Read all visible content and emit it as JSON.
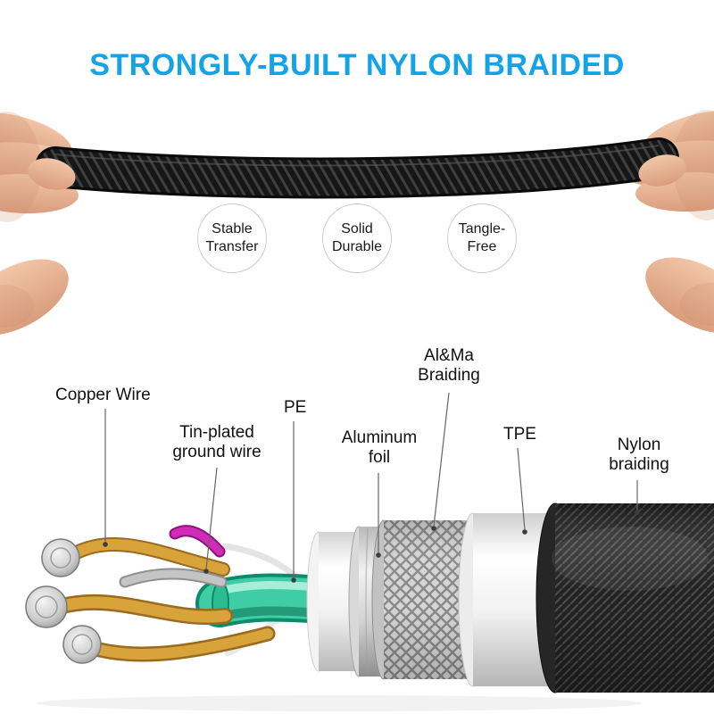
{
  "header": {
    "title": "STRONGLY-BUILT NYLON BRAIDED",
    "title_color": "#14a3e6"
  },
  "features": [
    {
      "label": "Stable\nTransfer"
    },
    {
      "label": "Solid\nDurable"
    },
    {
      "label": "Tangle-\nFree"
    }
  ],
  "diagram_labels": {
    "copper_wire": "Copper Wire",
    "tin_plated_ground_wire": "Tin-plated ground wire",
    "pe": "PE",
    "aluminum_foil": "Aluminum foil",
    "al_ma_braiding": "Al&Ma Braiding",
    "tpe": "TPE",
    "nylon_braiding": "Nylon braiding"
  },
  "colors": {
    "title_blue": "#14a3e6",
    "pe_core_green": "#3fcda6",
    "copper_gold": "#d9a33c",
    "ground_wire_silver": "#c4c4c4",
    "magenta_wire": "#d12cb8",
    "nylon_black": "#1e1e1e"
  }
}
